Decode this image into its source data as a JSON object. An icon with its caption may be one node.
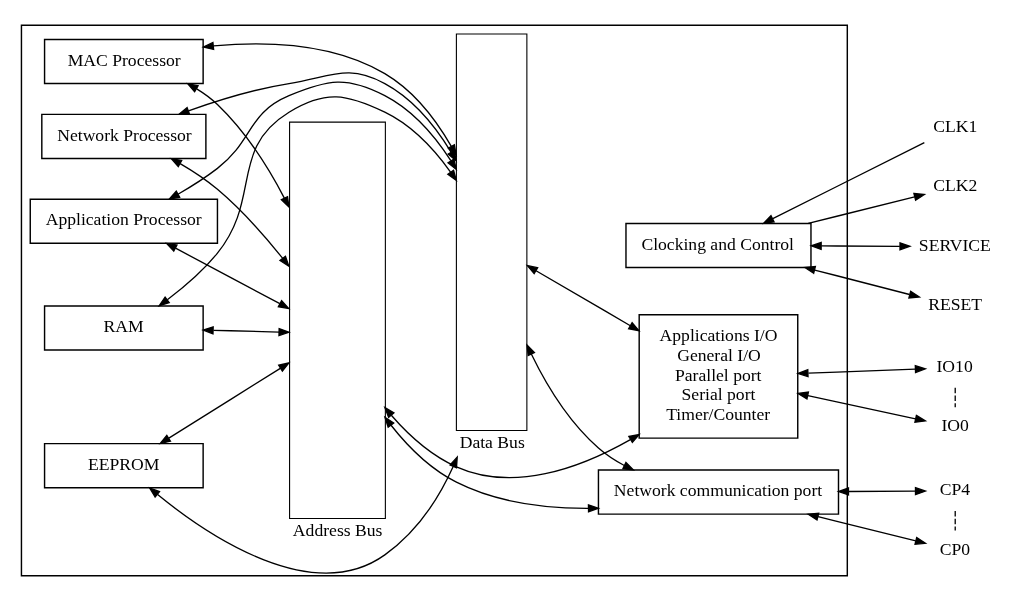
{
  "diagram": {
    "nodes": [
      {
        "text": [],
        "shape": "box"
      },
      {
        "text": [
          "MAC Processor"
        ],
        "in": 0
      },
      {
        "text": [
          "Network Processor"
        ],
        "in": 0
      },
      {
        "text": [
          "Application Processor"
        ],
        "in": 0
      },
      {
        "text": [
          "RAM"
        ],
        "in": 0
      },
      {
        "text": [
          "EEPROM"
        ],
        "in": 0
      },
      {
        "text": [],
        "shape": "bar",
        "beside": [
          "Address Bus"
        ],
        "in": 0
      },
      {
        "text": [],
        "shape": "bar",
        "beside": [
          "Data Bus"
        ],
        "in": 0
      },
      {
        "text": [
          "Network communication port"
        ],
        "in": 0
      },
      {
        "text": [
          "Applications I/O",
          "General I/O",
          "Parallel port",
          "Serial port",
          "Timer/Counter"
        ],
        "in": 0
      },
      {
        "text": [
          "Clocking and Control"
        ],
        "in": 0
      },
      {
        "text": [
          "CP4"
        ]
      },
      {
        "text": [
          "CP0"
        ]
      },
      {
        "text": [
          "IO10"
        ]
      },
      {
        "text": [
          "IO0"
        ]
      },
      {
        "text": [
          "CLK1"
        ]
      },
      {
        "text": [
          "CLK2"
        ]
      },
      {
        "text": [
          "SERVICE"
        ]
      },
      {
        "text": [
          "RESET"
        ]
      }
    ],
    "edges": [
      {
        "from": 1,
        "to": 6,
        "arrow": "both"
      },
      {
        "from": 6,
        "to": 8,
        "arrow": "both"
      },
      {
        "from": 8,
        "to": 11,
        "arrow": "both"
      },
      {
        "from": 1,
        "to": 7,
        "arrow": "both"
      },
      {
        "from": 7,
        "to": 8,
        "arrow": "both"
      },
      {
        "from": 11,
        "to": 12,
        "arrow": "none",
        "style": "dashed"
      },
      {
        "from": 8,
        "to": 12,
        "arrow": "both"
      },
      {
        "from": 2,
        "to": 6,
        "arrow": "both"
      },
      {
        "from": 9,
        "to": 13,
        "arrow": "both"
      },
      {
        "from": 2,
        "to": 7,
        "arrow": "both"
      },
      {
        "from": 6,
        "to": 9,
        "arrow": "both"
      },
      {
        "from": 13,
        "to": 14,
        "arrow": "none",
        "style": "dashed"
      },
      {
        "from": 3,
        "to": 6,
        "arrow": "both"
      },
      {
        "from": 3,
        "to": 7,
        "arrow": "both"
      },
      {
        "from": 7,
        "to": 9,
        "arrow": "both"
      },
      {
        "from": 9,
        "to": 14,
        "arrow": "both"
      },
      {
        "from": 4,
        "to": 6,
        "arrow": "both"
      },
      {
        "from": 15,
        "to": 10,
        "arrow": "to"
      },
      {
        "from": 4,
        "to": 7,
        "arrow": "both"
      },
      {
        "from": 10,
        "to": 16,
        "arrow": "to"
      },
      {
        "from": 5,
        "to": 6,
        "arrow": "both"
      },
      {
        "from": 10,
        "to": 17,
        "arrow": "both"
      },
      {
        "from": 5,
        "to": 7,
        "arrow": "both"
      },
      {
        "from": 10,
        "to": 18,
        "arrow": "both"
      }
    ]
  }
}
